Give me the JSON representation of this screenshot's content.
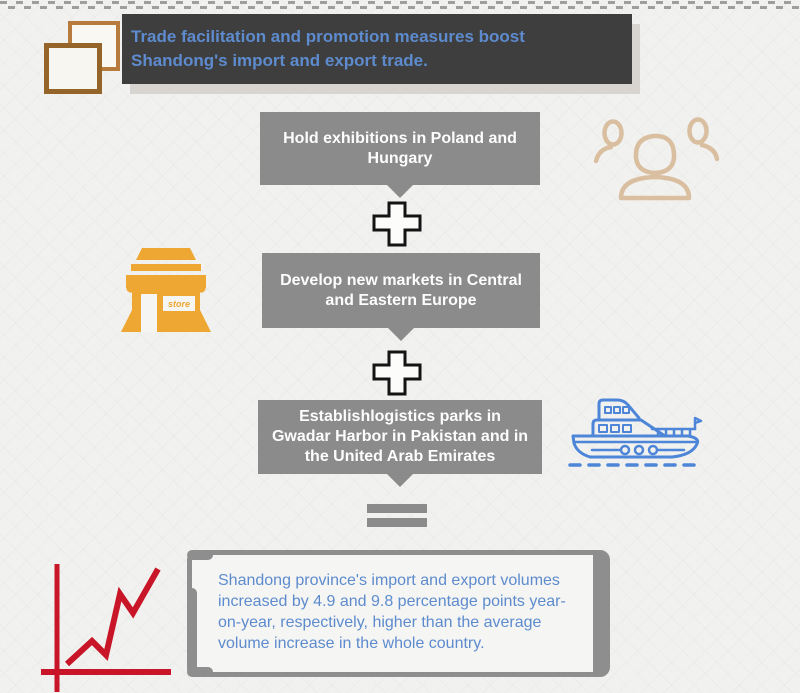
{
  "colors": {
    "background": "#f1f1ef",
    "header_background": "#3e3e3e",
    "accent_blue_text": "#5d8bce",
    "flow_box_gray": "#8b8b8b",
    "flow_box_text": "#fdfdfd",
    "shadow_gray": "#d8d5d1",
    "squares_brown_front": "#956429",
    "squares_brown_back": "#b87b3e",
    "people_icon_tan": "#d9bfa0",
    "store_icon_orange": "#eda732",
    "boat_icon_blue": "#4d86d8",
    "chart_icon_red": "#c81528"
  },
  "header": {
    "title": "Trade facilitation and promotion measures boost Shandong's import and export trade.",
    "icon": "overlapping-squares-icon"
  },
  "flow": {
    "steps": [
      {
        "label": "Hold exhibitions in Poland and Hungary",
        "icon": "people-icon"
      },
      {
        "label": "Develop new markets in Central and Eastern Europe",
        "icon": "store-icon",
        "sign_label": "store"
      },
      {
        "label": "Establishlogistics parks in Gwadar Harbor in Pakistan and in the United Arab Emirates",
        "icon": "boat-icon"
      }
    ],
    "operators": [
      {
        "symbol": "+",
        "icon": "plus-icon"
      },
      {
        "symbol": "+",
        "icon": "plus-icon"
      },
      {
        "symbol": "=",
        "icon": "equals-icon"
      }
    ]
  },
  "result": {
    "text": "Shandong province's import and export volumes increased by 4.9 and 9.8 percentage points year-on-year, respectively, higher than the average volume increase in the whole country.",
    "icon": "line-chart-icon"
  }
}
